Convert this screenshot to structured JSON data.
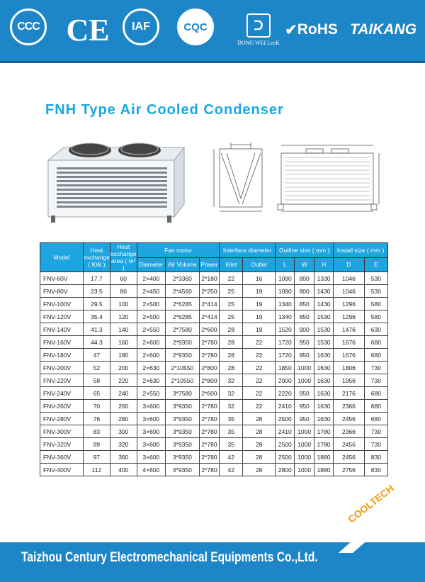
{
  "header": {
    "logos": [
      "CCC",
      "CE",
      "IAF",
      "CQC",
      "DONG WEI LeeK",
      "RoHS",
      "TAIKANG"
    ],
    "dongwei_text": "DONG WEI LeeK",
    "rohs": "RoHS",
    "taikang": "TAIKANG",
    "ce": "CE",
    "ccc": "CCC",
    "iaf": "IAF",
    "cqc": "CQC"
  },
  "title": "FNH Type Air Cooled Condenser",
  "table": {
    "headers": {
      "model": "Model",
      "heat_exchange": "Heat exchange ( KW )",
      "heat_area": "Heat exchange area ( m² )",
      "fan_motor": "Fan motor",
      "interface": "Interface diameter",
      "outline": "Outline size ( mm )",
      "install": "Install size ( mm )",
      "sub": [
        "Diameter",
        "Air Volume",
        "Power",
        "Inlet",
        "Outlet",
        "L",
        "W",
        "H",
        "D",
        "E"
      ]
    },
    "rows": [
      [
        "FNV-60V",
        "17.7",
        "60",
        "2×400",
        "2*3360",
        "2*180",
        "22",
        "16",
        "1090",
        "800",
        "1330",
        "1046",
        "530"
      ],
      [
        "FNV-80V",
        "23.5",
        "80",
        "2×450",
        "2*4560",
        "2*250",
        "25",
        "19",
        "1090",
        "800",
        "1430",
        "1046",
        "530"
      ],
      [
        "FNV-100V",
        "29.5",
        "100",
        "2×500",
        "2*6285",
        "2*414",
        "25",
        "19",
        "1340",
        "850",
        "1430",
        "1296",
        "580"
      ],
      [
        "FNV-120V",
        "35.4",
        "120",
        "2×500",
        "2*6285",
        "2*414",
        "25",
        "19",
        "1340",
        "850",
        "1530",
        "1296",
        "580"
      ],
      [
        "FNV-140V",
        "41.3",
        "140",
        "2×550",
        "2*7580",
        "2*600",
        "28",
        "19",
        "1520",
        "900",
        "1530",
        "1476",
        "630"
      ],
      [
        "FNV-160V",
        "44.3",
        "160",
        "2×600",
        "2*9350",
        "2*780",
        "28",
        "22",
        "1720",
        "950",
        "1530",
        "1676",
        "680"
      ],
      [
        "FNV-180V",
        "47",
        "180",
        "2×600",
        "2*9350",
        "2*780",
        "28",
        "22",
        "1720",
        "950",
        "1630",
        "1676",
        "680"
      ],
      [
        "FNV-200V",
        "52",
        "200",
        "2×630",
        "2*10550",
        "2*800",
        "28",
        "22",
        "1850",
        "1000",
        "1630",
        "1806",
        "730"
      ],
      [
        "FNV-220V",
        "58",
        "220",
        "2×630",
        "2*10550",
        "2*800",
        "32",
        "22",
        "2000",
        "1000",
        "1630",
        "1956",
        "730"
      ],
      [
        "FNV-240V",
        "65",
        "240",
        "2×550",
        "3*7580",
        "2*600",
        "32",
        "22",
        "2220",
        "950",
        "1630",
        "2176",
        "680"
      ],
      [
        "FNV-260V",
        "70",
        "260",
        "3×600",
        "3*9350",
        "2*780",
        "32",
        "22",
        "2410",
        "950",
        "1630",
        "2366",
        "680"
      ],
      [
        "FNV-280V",
        "76",
        "280",
        "3×600",
        "3*9350",
        "2*780",
        "35",
        "28",
        "2500",
        "950",
        "1630",
        "2456",
        "680"
      ],
      [
        "FNV-300V",
        "83",
        "300",
        "3×600",
        "3*9350",
        "2*780",
        "35",
        "28",
        "2410",
        "1000",
        "1780",
        "2366",
        "730"
      ],
      [
        "FNV-320V",
        "89",
        "320",
        "3×600",
        "3*9350",
        "2*780",
        "35",
        "28",
        "2500",
        "1000",
        "1780",
        "2456",
        "730"
      ],
      [
        "FNV-360V",
        "97",
        "360",
        "3×600",
        "3*9350",
        "2*780",
        "42",
        "28",
        "2500",
        "1000",
        "1880",
        "2456",
        "830"
      ],
      [
        "FNV-400V",
        "112",
        "400",
        "4×600",
        "4*9350",
        "2*780",
        "42",
        "28",
        "2800",
        "1000",
        "1880",
        "2756",
        "830"
      ]
    ]
  },
  "footer": {
    "company": "Taizhou Century Electromechanical Equipments Co.,Ltd.",
    "brand": "COOLTECH"
  },
  "colors": {
    "brand_blue": "#1d86c9",
    "header_cyan": "#1da5e0",
    "title_blue": "#1aa7e0",
    "accent_orange": "#f29a12"
  }
}
